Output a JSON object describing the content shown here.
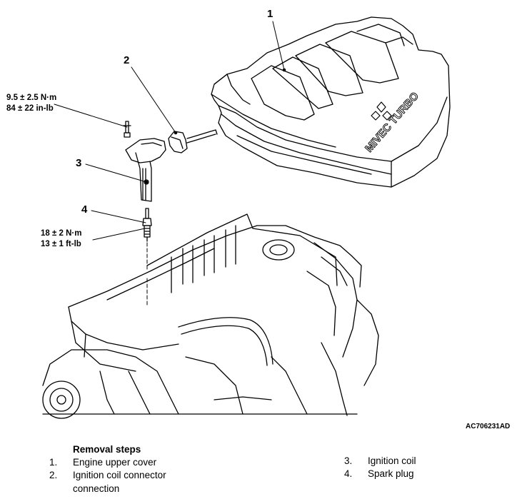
{
  "callouts": [
    "1",
    "2",
    "3",
    "4"
  ],
  "torque_coil": {
    "metric": "9.5 ± 2.5 N·m",
    "imperial": "84 ± 22 in-lb"
  },
  "torque_plug": {
    "metric": "18 ± 2 N·m",
    "imperial": "13 ± 1 ft-lb"
  },
  "cover_brand": "MIVEC TURBO",
  "figure_code": "AC706231AD",
  "steps": {
    "title": "Removal steps",
    "items": [
      {
        "num": "1.",
        "text": "Engine upper cover"
      },
      {
        "num": "2.",
        "text": "Ignition coil connector"
      },
      {
        "num": "",
        "text": "connection"
      },
      {
        "num": "3.",
        "text": "Ignition coil"
      },
      {
        "num": "4.",
        "text": "Spark plug"
      }
    ]
  }
}
